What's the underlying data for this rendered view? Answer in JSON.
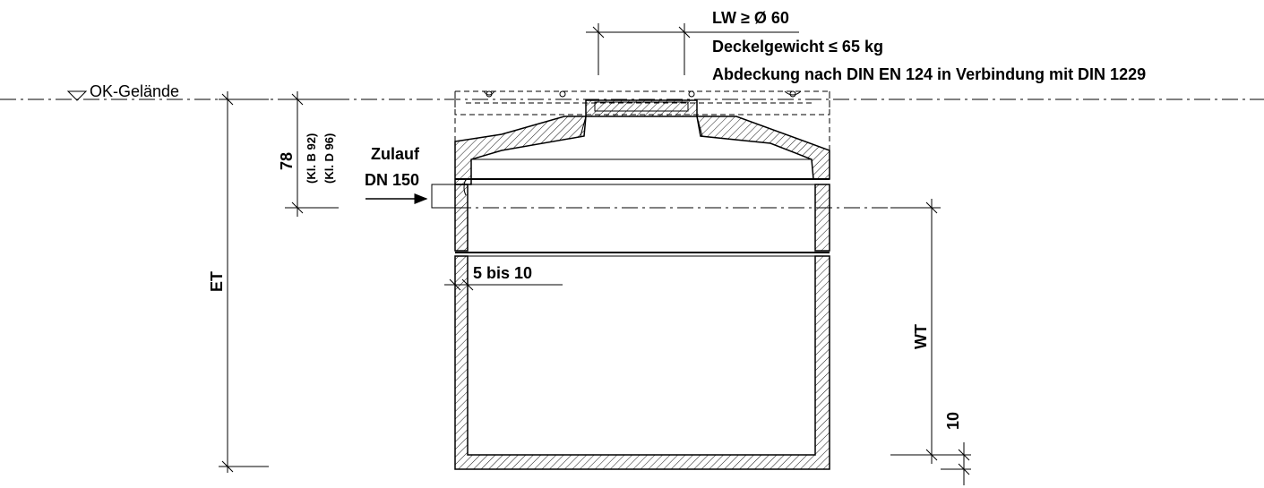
{
  "labels": {
    "lw": "LW ≥ Ø 60",
    "deckelgewicht": "Deckelgewicht ≤ 65 kg",
    "abdeckung": "Abdeckung nach DIN EN 124 in Verbindung mit DIN 1229",
    "ok_gelaende": "OK-Gelände",
    "dim_78": "78",
    "kl_b": "(Kl. B 92)",
    "kl_d": "(Kl. D 96)",
    "zulauf": "Zulauf",
    "dn": "DN 150",
    "gap": "5 bis 10",
    "et": "ET",
    "wt": "WT",
    "dim_10": "10"
  }
}
